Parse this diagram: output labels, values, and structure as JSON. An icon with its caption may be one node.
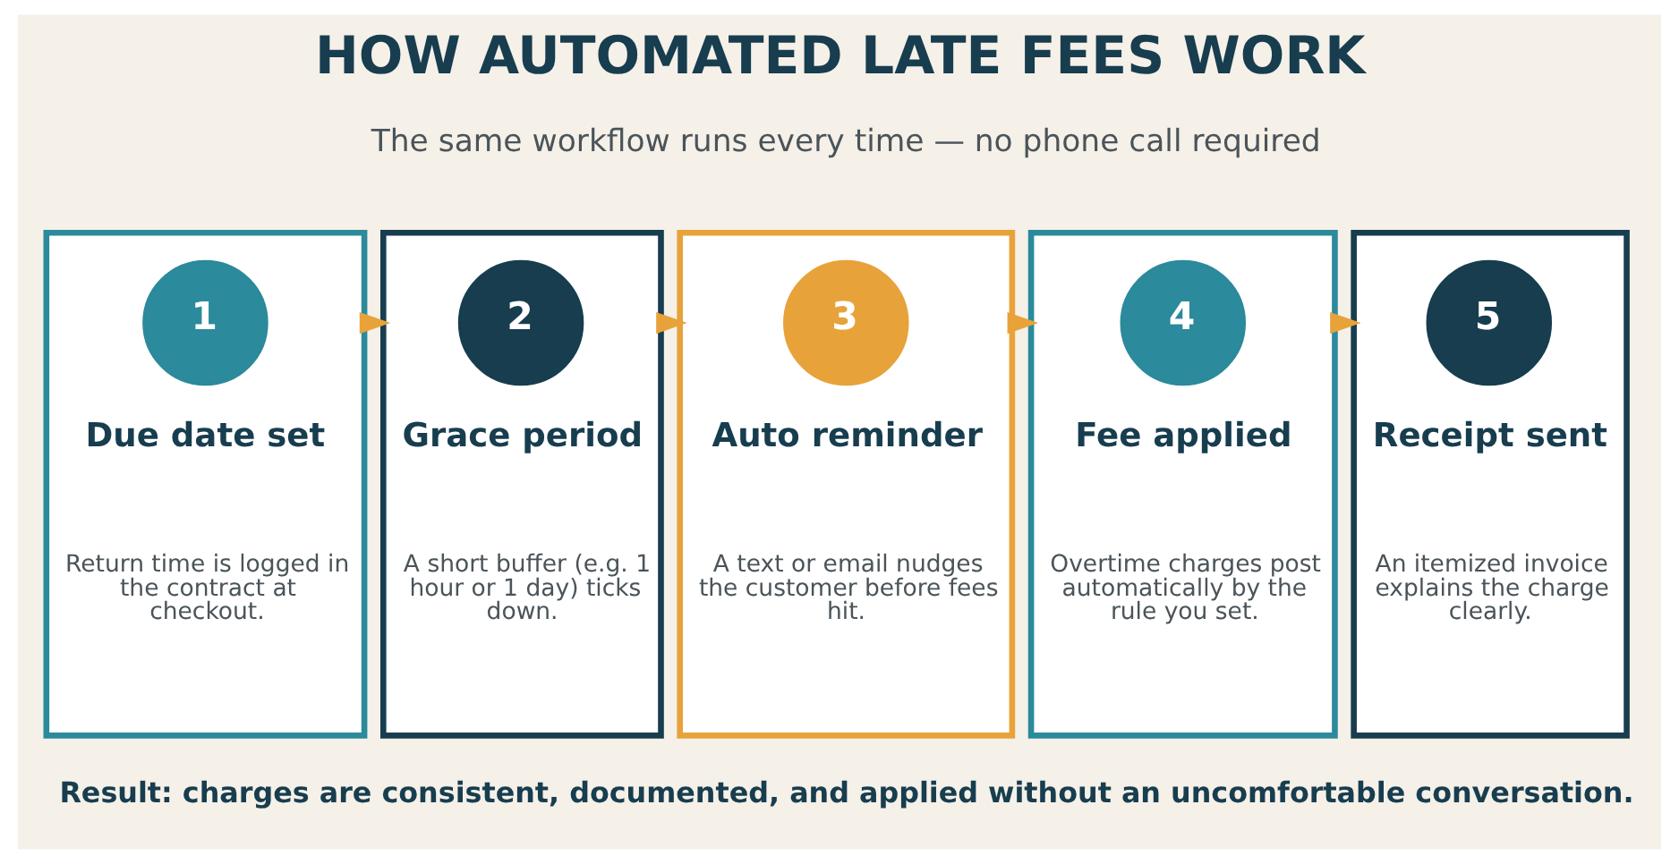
{
  "diagram": {
    "title": "HOW AUTOMATED LATE FEES WORK",
    "nodes": [
      {
        "text": [
          "Due date set",
          "Return time is logged in the contract at checkout."
        ]
      },
      {
        "text": [
          "1"
        ],
        "in": 0
      },
      {
        "text": [
          "Grace period",
          "A short buffer (e.g. 1 hour or 1 day) ticks down."
        ]
      },
      {
        "text": [
          "2"
        ],
        "in": 2
      },
      {
        "text": [
          "Auto reminder",
          "A text or email nudges the customer before fees hit."
        ]
      },
      {
        "text": [
          "3"
        ],
        "in": 4
      },
      {
        "text": [
          "Fee applied",
          "Overtime charges post automatically by the rule you set."
        ]
      },
      {
        "text": [
          "4"
        ],
        "in": 6
      },
      {
        "text": [
          "Receipt sent",
          "An itemized invoice explains the charge clearly."
        ]
      },
      {
        "text": [
          "5"
        ],
        "in": 8
      }
    ],
    "edges": [
      {
        "from": 0,
        "to": 2,
        "arrow": "to"
      },
      {
        "from": 2,
        "to": 4,
        "arrow": "to"
      },
      {
        "from": 4,
        "to": 6,
        "arrow": "to"
      },
      {
        "from": 6,
        "to": 8,
        "arrow": "to"
      }
    ],
    "labels": [
      "The same workflow runs every time — no phone call required"
    ],
    "caption": "Result: charges are consistent, documented, and applied without an uncomfortable conversation."
  }
}
